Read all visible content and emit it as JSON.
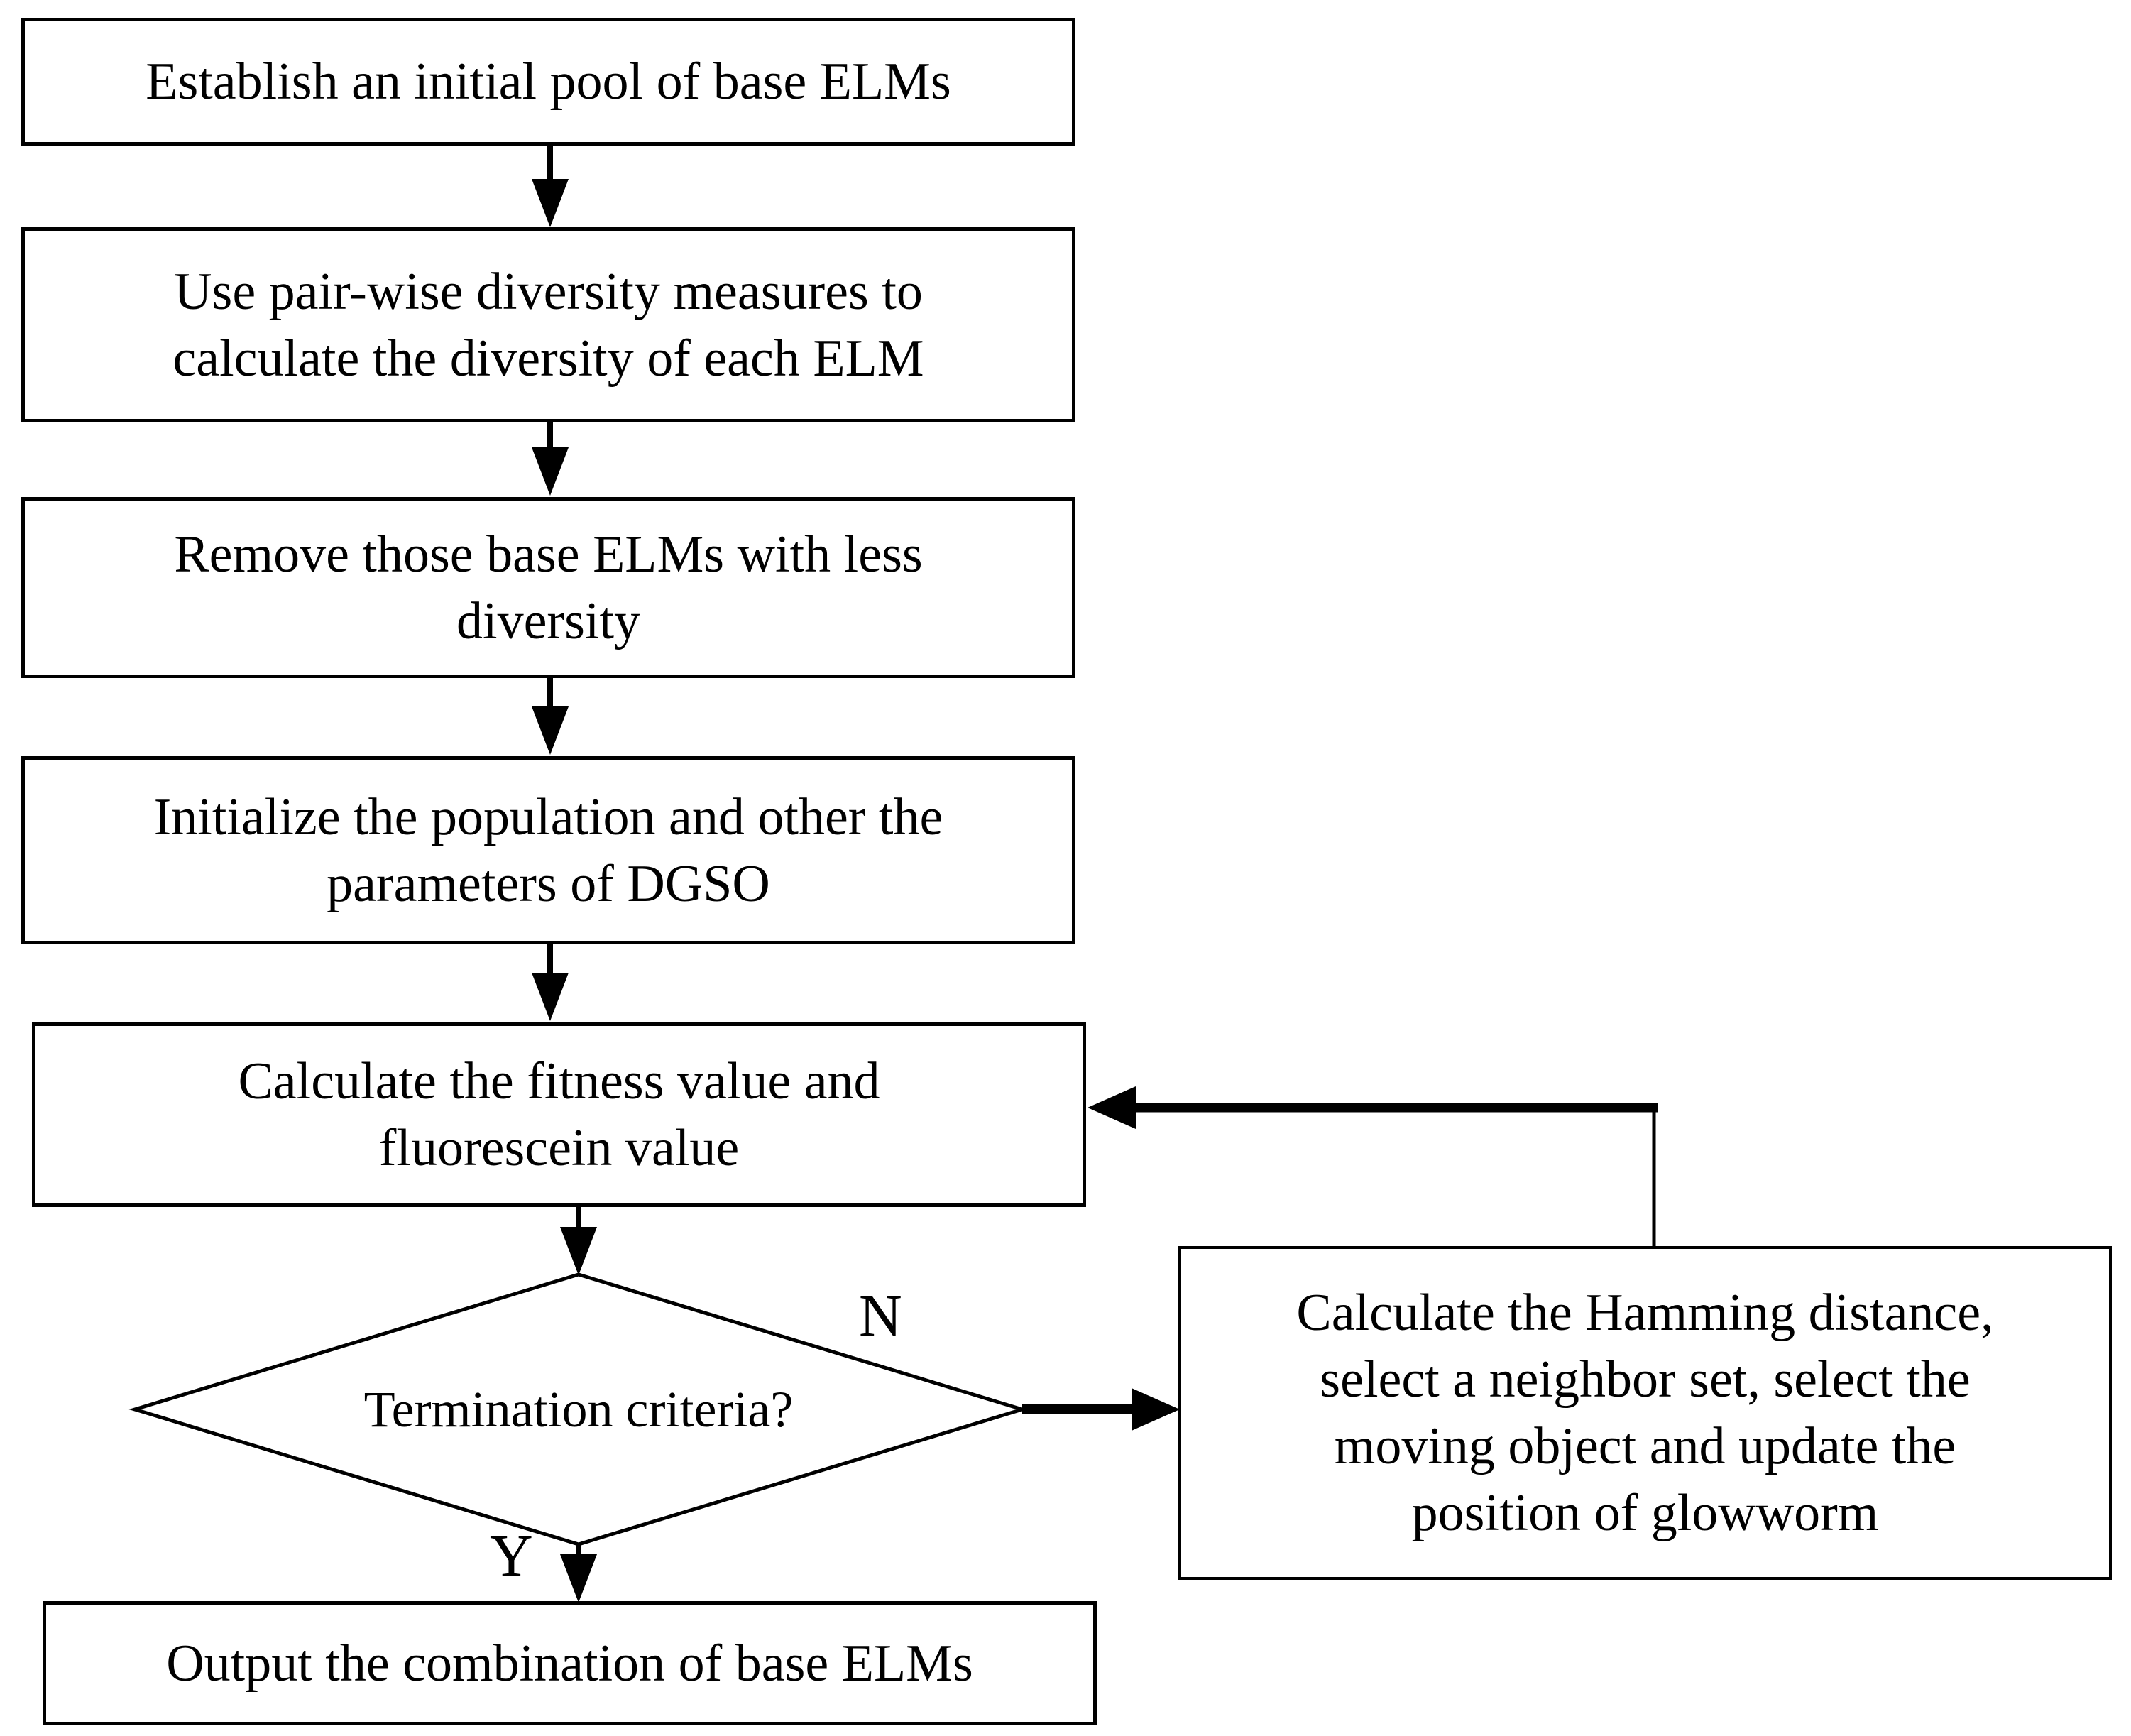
{
  "nodes": {
    "establish": {
      "lines": [
        "Establish an initial pool of base ELMs"
      ]
    },
    "pairwise": {
      "lines": [
        "Use pair-wise diversity measures to",
        "calculate the diversity of each ELM"
      ]
    },
    "remove": {
      "lines": [
        "Remove those base ELMs with less",
        "diversity"
      ]
    },
    "initialize": {
      "lines": [
        "Initialize the population and other the",
        "parameters of DGSO"
      ]
    },
    "fitness": {
      "lines": [
        "Calculate the fitness value and",
        "fluorescein value"
      ]
    },
    "termination": {
      "lines": [
        "Termination criteria?"
      ]
    },
    "update": {
      "lines": [
        "Calculate the Hamming distance,",
        "select a neighbor set, select the",
        "moving object and update the",
        "position of glowworm"
      ]
    },
    "output": {
      "lines": [
        "Output the combination of base ELMs"
      ]
    }
  },
  "edge_labels": {
    "no": "N",
    "yes": "Y"
  },
  "edges": [
    {
      "from": "establish",
      "to": "pairwise"
    },
    {
      "from": "pairwise",
      "to": "remove"
    },
    {
      "from": "remove",
      "to": "initialize"
    },
    {
      "from": "initialize",
      "to": "fitness"
    },
    {
      "from": "fitness",
      "to": "termination"
    },
    {
      "from": "termination",
      "to": "update",
      "label": "N"
    },
    {
      "from": "termination",
      "to": "output",
      "label": "Y"
    },
    {
      "from": "update",
      "to": "fitness"
    }
  ],
  "colors": {
    "stroke": "#000000",
    "fill": "#ffffff",
    "text": "#000000"
  }
}
